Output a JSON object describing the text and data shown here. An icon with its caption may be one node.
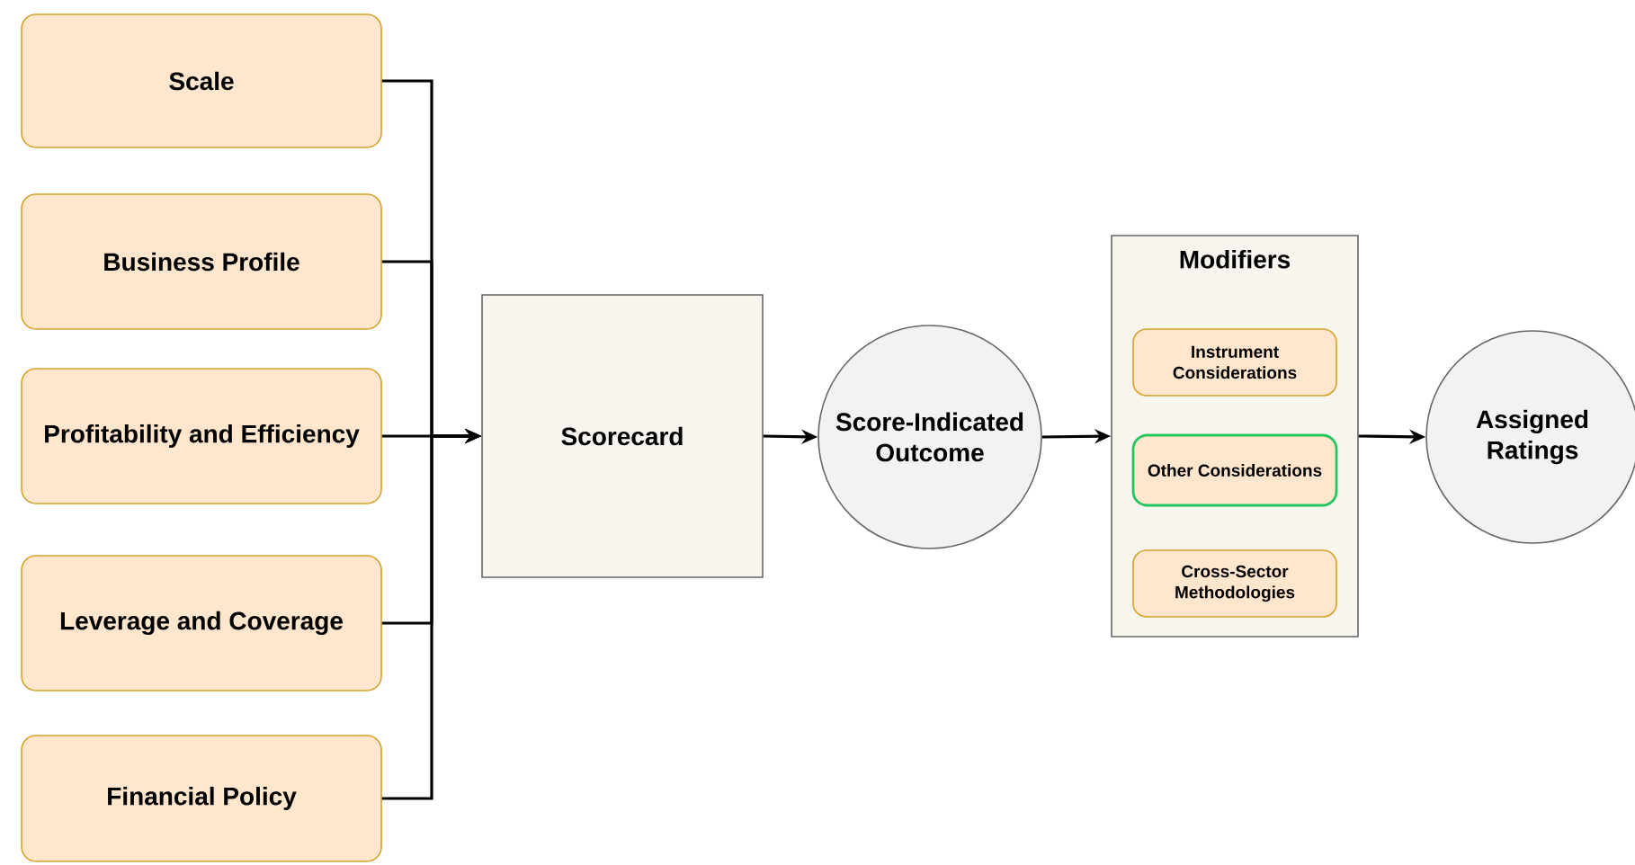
{
  "diagram": {
    "nodes": [
      {
        "text": [
          "Scale"
        ]
      },
      {
        "text": [
          "Business Profile"
        ]
      },
      {
        "text": [
          "Profitability and Efficiency"
        ]
      },
      {
        "text": [
          "Leverage and Coverage"
        ]
      },
      {
        "text": [
          "Financial Policy"
        ]
      },
      {
        "text": [
          "Scorecard"
        ]
      },
      {
        "text": [
          "Score-Indicated Outcome"
        ]
      },
      {
        "text": [
          "Modifiers"
        ]
      },
      {
        "text": [
          "Instrument Considerations"
        ],
        "in": 7
      },
      {
        "text": [
          "Other Considerations"
        ],
        "in": 7
      },
      {
        "text": [
          "Cross-Sector Methodologies"
        ],
        "in": 7
      },
      {
        "text": [
          "Assigned Ratings"
        ]
      }
    ],
    "edges": [
      {
        "from": 0,
        "to": 5,
        "arrow": "to"
      },
      {
        "from": 1,
        "to": 5,
        "arrow": "to"
      },
      {
        "from": 2,
        "to": 5,
        "arrow": "to"
      },
      {
        "from": 3,
        "to": 5,
        "arrow": "to"
      },
      {
        "from": 4,
        "to": 5,
        "arrow": "to"
      },
      {
        "from": 5,
        "to": 6,
        "arrow": "to"
      },
      {
        "from": 6,
        "to": 7,
        "arrow": "to"
      },
      {
        "from": 7,
        "to": 11,
        "arrow": "to"
      }
    ]
  }
}
